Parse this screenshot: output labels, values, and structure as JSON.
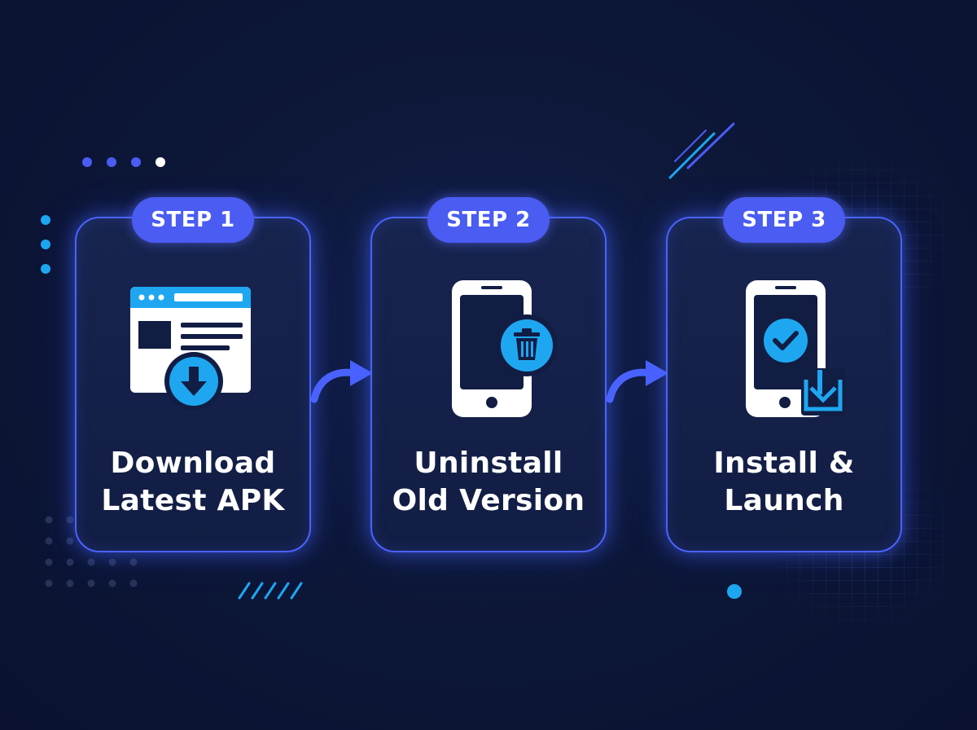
{
  "colors": {
    "background": "#0d1738",
    "card_border": "#4a63ff",
    "badge": "#4a5cf2",
    "accent_cyan": "#1ea7f0",
    "text": "#ffffff"
  },
  "steps": [
    {
      "badge": "STEP 1",
      "caption_line1": "Download",
      "caption_line2": "Latest APK",
      "icon": "browser-download-icon"
    },
    {
      "badge": "STEP 2",
      "caption_line1": "Uninstall",
      "caption_line2": "Old Version",
      "icon": "phone-trash-icon"
    },
    {
      "badge": "STEP 3",
      "caption_line1": "Install &",
      "caption_line2": "Launch",
      "icon": "phone-check-install-icon"
    }
  ],
  "connectors": [
    {
      "icon": "curved-arrow-right-icon"
    },
    {
      "icon": "curved-arrow-right-icon"
    }
  ]
}
